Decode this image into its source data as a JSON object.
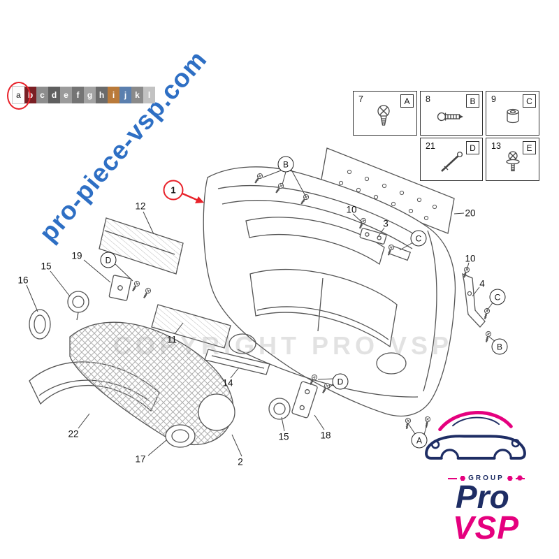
{
  "watermark": {
    "diagonal_text": "pro-piece-vsp.com",
    "copyright_text": "COPYRIGHT PRO VSP"
  },
  "letter_strip": {
    "letters": [
      "a",
      "b",
      "c",
      "d",
      "e",
      "f",
      "g",
      "h",
      "i",
      "j",
      "k",
      "l"
    ],
    "selected_letter": "a"
  },
  "legend": {
    "boxes": [
      {
        "number": "7",
        "letter": "A",
        "icon": "screw-clip-icon"
      },
      {
        "number": "8",
        "letter": "B",
        "icon": "push-rivet-icon"
      },
      {
        "number": "9",
        "letter": "C",
        "icon": "spacer-sleeve-icon"
      },
      {
        "number": "21",
        "letter": "D",
        "icon": "long-pin-icon"
      },
      {
        "number": "13",
        "letter": "E",
        "icon": "screw-washer-icon"
      }
    ]
  },
  "callouts": [
    {
      "text": "1",
      "kind": "highlighted-part"
    },
    {
      "text": "12",
      "kind": "part"
    },
    {
      "text": "19",
      "kind": "part"
    },
    {
      "text": "15",
      "kind": "part"
    },
    {
      "text": "16",
      "kind": "part"
    },
    {
      "text": "D",
      "kind": "fastener-ref"
    },
    {
      "text": "11",
      "kind": "part"
    },
    {
      "text": "14",
      "kind": "part"
    },
    {
      "text": "22",
      "kind": "part"
    },
    {
      "text": "17",
      "kind": "part"
    },
    {
      "text": "2",
      "kind": "part"
    },
    {
      "text": "15",
      "kind": "part"
    },
    {
      "text": "18",
      "kind": "part"
    },
    {
      "text": "D",
      "kind": "fastener-ref"
    },
    {
      "text": "B",
      "kind": "fastener-ref"
    },
    {
      "text": "10",
      "kind": "part"
    },
    {
      "text": "3",
      "kind": "part"
    },
    {
      "text": "C",
      "kind": "fastener-ref"
    },
    {
      "text": "20",
      "kind": "part"
    },
    {
      "text": "10",
      "kind": "part"
    },
    {
      "text": "4",
      "kind": "part"
    },
    {
      "text": "C",
      "kind": "fastener-ref"
    },
    {
      "text": "B",
      "kind": "fastener-ref"
    },
    {
      "text": "A",
      "kind": "fastener-ref"
    }
  ],
  "logo": {
    "group_label": "GROUP",
    "brand_top": "Pro",
    "brand_bottom": "VSP"
  },
  "colors": {
    "highlight_red": "#e8222a",
    "watermark_blue": "#2e6fc4",
    "brand_navy": "#1e2d64",
    "brand_magenta": "#e5007e"
  }
}
